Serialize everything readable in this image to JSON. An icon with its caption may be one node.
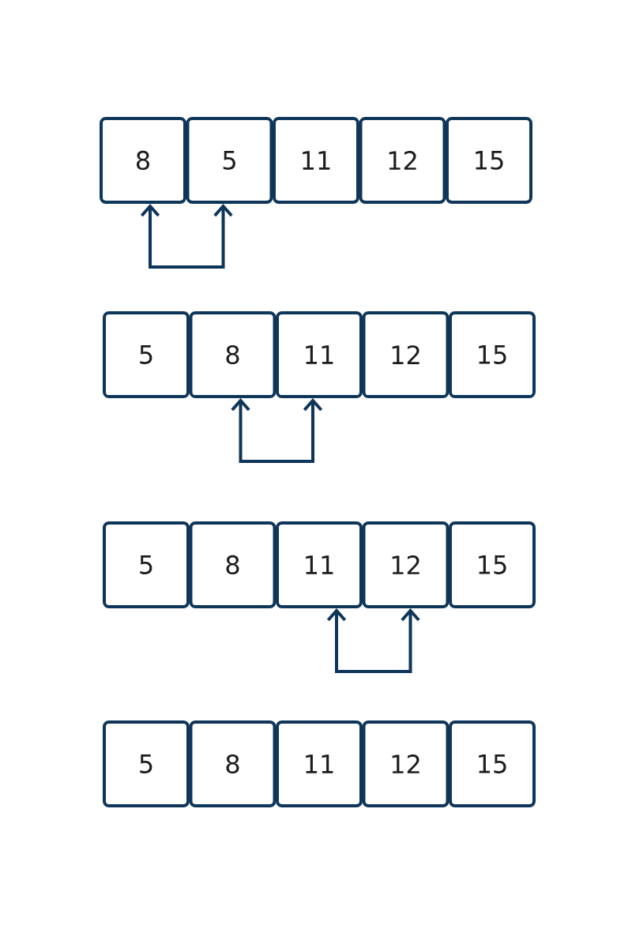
{
  "diagram": {
    "nodes": [
      {
        "text": [
          "8"
        ]
      },
      {
        "text": [
          "5"
        ]
      },
      {
        "text": [
          "11"
        ]
      },
      {
        "text": [
          "12"
        ]
      },
      {
        "text": [
          "15"
        ]
      },
      {
        "text": [
          "5"
        ]
      },
      {
        "text": [
          "8"
        ]
      },
      {
        "text": [
          "11"
        ]
      },
      {
        "text": [
          "12"
        ]
      },
      {
        "text": [
          "15"
        ]
      },
      {
        "text": [
          "5"
        ]
      },
      {
        "text": [
          "8"
        ]
      },
      {
        "text": [
          "11"
        ]
      },
      {
        "text": [
          "12"
        ]
      },
      {
        "text": [
          "15"
        ]
      },
      {
        "text": [
          "5"
        ]
      },
      {
        "text": [
          "8"
        ]
      },
      {
        "text": [
          "11"
        ]
      },
      {
        "text": [
          "12"
        ]
      },
      {
        "text": [
          "15"
        ]
      }
    ],
    "edges": [
      {
        "from": 0,
        "to": 1,
        "arrow": "both"
      },
      {
        "from": 6,
        "to": 7,
        "arrow": "both"
      },
      {
        "from": 12,
        "to": 13,
        "arrow": "both"
      }
    ]
  }
}
